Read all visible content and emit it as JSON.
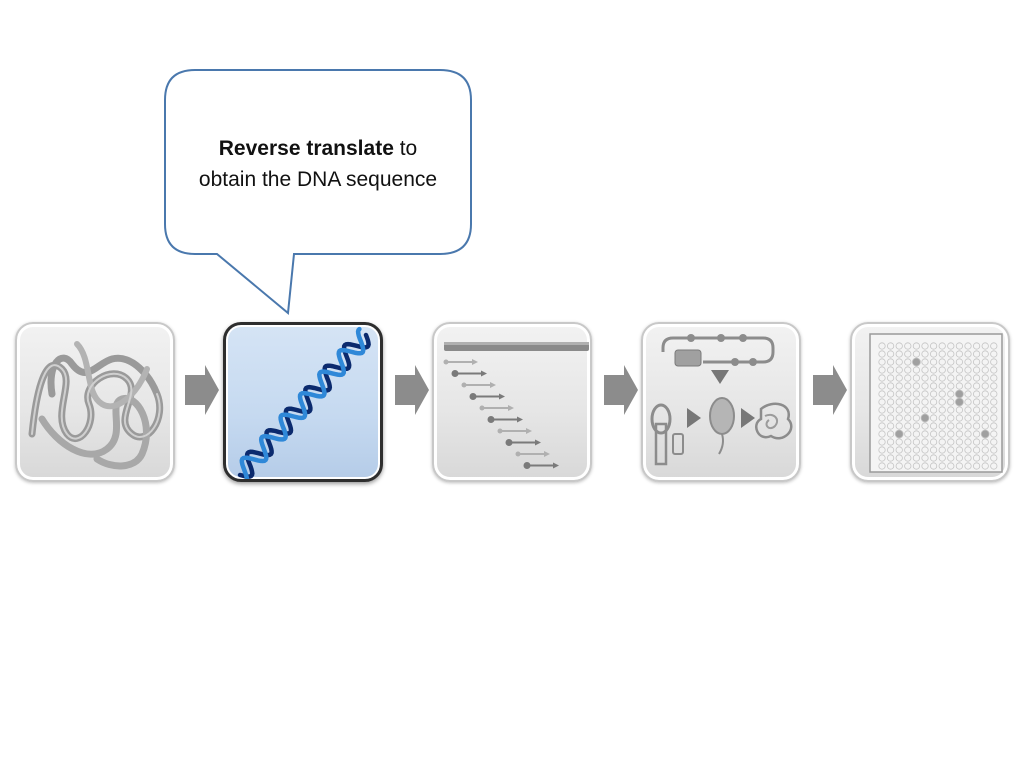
{
  "callout": {
    "bold_text": "Reverse translate",
    "text_after_bold": " to",
    "line2": "obtain the DNA sequence"
  },
  "steps": [
    {
      "name": "protein-structure",
      "icon": "protein-coil-icon",
      "active": false
    },
    {
      "name": "dna-sequence",
      "icon": "dna-helix-icon",
      "active": true
    },
    {
      "name": "oligo-assembly",
      "icon": "oligo-staircase-icon",
      "active": false
    },
    {
      "name": "cloning-expression",
      "icon": "plasmid-expression-icon",
      "active": false
    },
    {
      "name": "screening-plate",
      "icon": "well-plate-icon",
      "active": false
    }
  ],
  "colors": {
    "callout_border": "#4a78ad",
    "active_fill": "#c5d9f0",
    "inactive_fill": "#e6e6e6",
    "arrow": "#8c8c8c",
    "dna_dark": "#0b2a6e",
    "dna_light": "#2f88d8"
  }
}
